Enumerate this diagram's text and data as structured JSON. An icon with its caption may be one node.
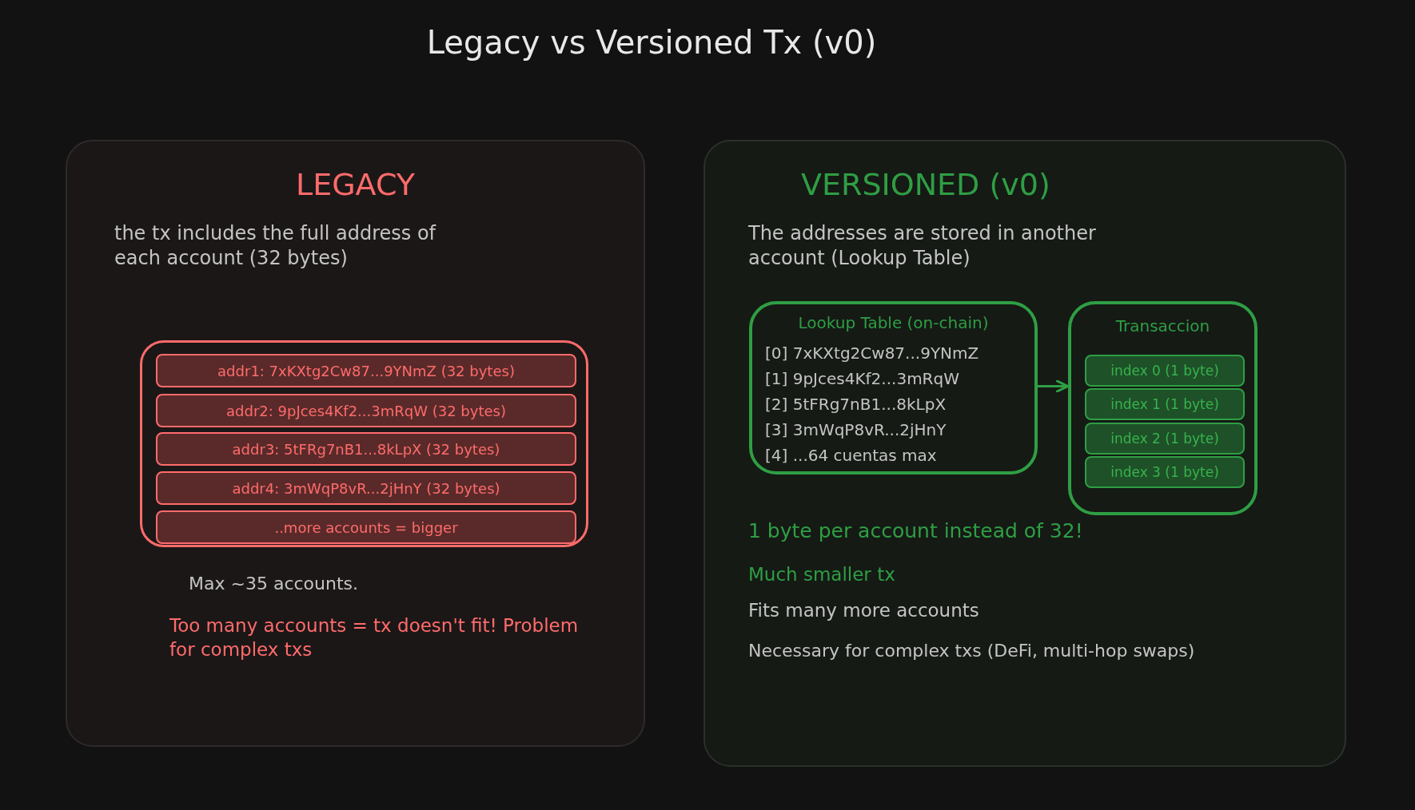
{
  "diagram": {
    "title": "Legacy vs Versioned Tx (v0)",
    "nodes": [
      {
        "text": [
          "LEGACY",
          "the tx includes the full address of each account (32 bytes)",
          "Max ~35 accounts.",
          "Too many accounts = tx doesn't fit! Problem for complex txs"
        ]
      },
      {
        "text": [],
        "shape": "box",
        "in": 0
      },
      {
        "text": [
          "addr1: 7xKXtg2Cw87...9YNmZ (32 bytes)"
        ],
        "in": 1
      },
      {
        "text": [
          "addr2: 9pJces4Kf2...3mRqW (32 bytes)"
        ],
        "in": 1
      },
      {
        "text": [
          "addr3: 5tFRg7nB1...8kLpX (32 bytes)"
        ],
        "in": 1
      },
      {
        "text": [
          "addr4: 3mWqP8vR...2jHnY (32 bytes)"
        ],
        "in": 1
      },
      {
        "text": [
          "..more accounts = bigger"
        ],
        "in": 1
      },
      {
        "text": [
          "VERSIONED (v0)",
          "The addresses are stored in another account (Lookup Table)",
          "1 byte per account instead of 32!",
          "Much smaller tx",
          "Fits many more accounts",
          "Necessary for complex txs (DeFi, multi-hop swaps)"
        ]
      },
      {
        "text": [
          "Lookup Table (on-chain)",
          "[0] 7xKXtg2Cw87...9YNmZ",
          "[1] 9pJces4Kf2...3mRqW",
          "[2] 5tFRg7nB1...8kLpX",
          "[3] 3mWqP8vR...2jHnY",
          "[4] ...64 cuentas max"
        ],
        "in": 7
      },
      {
        "text": [
          "Transaccion"
        ],
        "in": 7
      },
      {
        "text": [
          "index 0 (1 byte)"
        ],
        "in": 9
      },
      {
        "text": [
          "index 1 (1 byte)"
        ],
        "in": 9
      },
      {
        "text": [
          "index 2 (1 byte)"
        ],
        "in": 9
      },
      {
        "text": [
          "index 3 (1 byte)"
        ],
        "in": 9
      }
    ],
    "edges": [
      {
        "from": 8,
        "to": 9,
        "arrow": "to"
      }
    ]
  }
}
